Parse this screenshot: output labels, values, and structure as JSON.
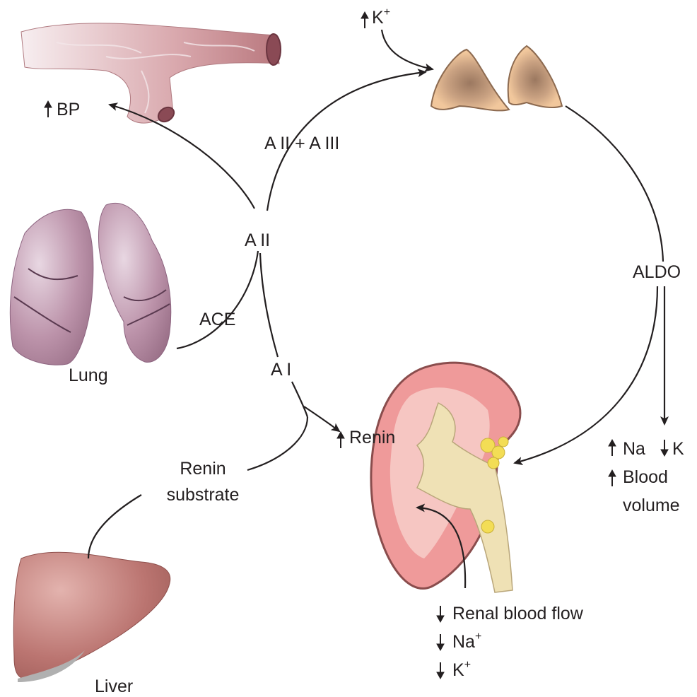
{
  "labels": {
    "bp": "BP",
    "k_top": "K",
    "k_top_sup": "+",
    "a2_a3": "A II + A III",
    "a2": "A II",
    "ace": "ACE",
    "lung": "Lung",
    "a1": "A I",
    "renin": "Renin",
    "renin_substrate_1": "Renin",
    "renin_substrate_2": "substrate",
    "liver": "Liver",
    "aldo": "ALDO",
    "na": "Na",
    "k": "K",
    "blood": "Blood",
    "volume": "volume",
    "renal_blood_flow": "Renal blood flow",
    "na_bottom": "Na",
    "na_bottom_sup": "+",
    "k_bottom": "K",
    "k_bottom_sup": "+"
  },
  "colors": {
    "line": "#231f20",
    "adrenal_fill": "#f2c9a0",
    "adrenal_core": "#c99f78",
    "vessel": "#c98f93",
    "lung": "#b48aa0",
    "liver": "#b76f6d",
    "kidney_cortex": "#e8a0a0",
    "kidney_pelvis": "#f0e2b8",
    "adrenal_on_kidney": "#f3dd55"
  }
}
